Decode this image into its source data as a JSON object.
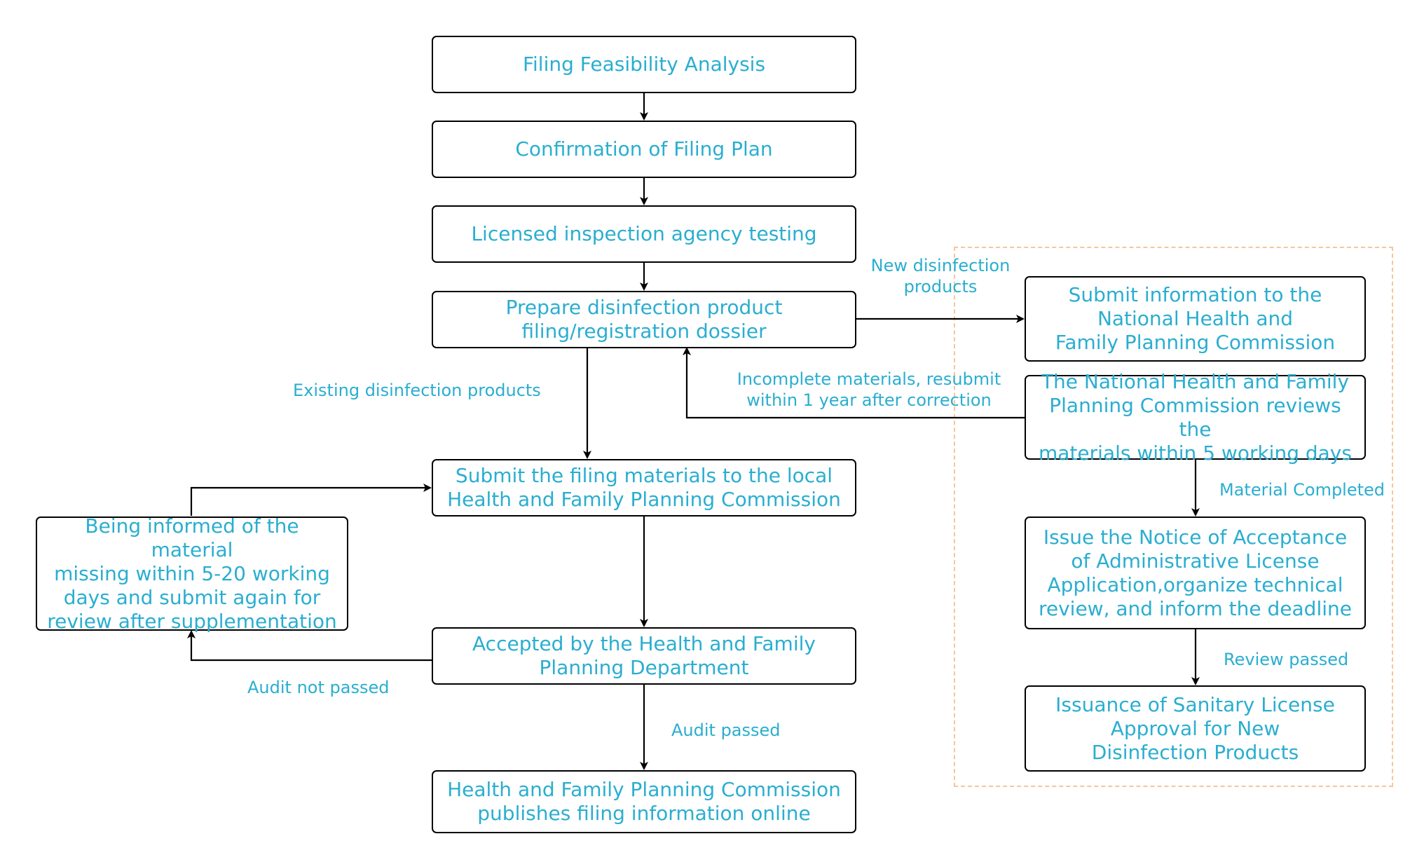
{
  "colors": {
    "text": "#2aaed0",
    "line": "#000000",
    "group_border": "#f5c79b"
  },
  "nodes": {
    "filing_feasibility": "Filing Feasibility Analysis",
    "confirmation_plan": "Confirmation of Filing Plan",
    "inspection_testing": "Licensed inspection agency testing",
    "prepare_dossier": "Prepare disinfection product\nfiling/registration dossier",
    "submit_local": "Submit the filing materials to the local\nHealth and Family Planning Commission",
    "accepted_department": "Accepted by the Health and Family\nPlanning Department",
    "publishes_online": "Health and Family Planning Commission\npublishes filing information online",
    "being_informed": "Being informed of the material\nmissing within 5-20 working\ndays and submit again for\nreview after supplementation",
    "submit_national": "Submit information to the\nNational Health and\nFamily Planning Commission",
    "national_reviews": "The National Health and Family\nPlanning Commission reviews the\nmaterials within 5 working days",
    "issue_notice": "Issue the Notice of Acceptance\nof Administrative License\nApplication,organize technical\nreview, and inform the deadline",
    "issuance_license": "Issuance of Sanitary License\nApproval for New\nDisinfection Products"
  },
  "edge_labels": {
    "new_products": "New disinfection\nproducts",
    "existing_products": "Existing disinfection products",
    "incomplete_materials": "Incomplete materials, resubmit\nwithin 1 year after correction",
    "material_completed": "Material Completed",
    "review_passed": "Review passed",
    "audit_not_passed": "Audit not passed",
    "audit_passed": "Audit passed"
  }
}
